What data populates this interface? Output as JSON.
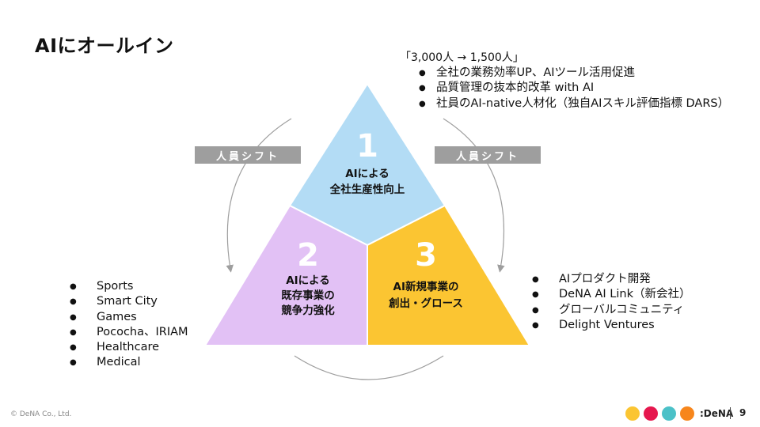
{
  "title": "AIにオールイン",
  "top_note": {
    "lead": "「3,000人 → 1,500人」",
    "items": [
      "全社の業務効率UP、AIツール活用促進",
      "品質管理の抜本的改革 with AI",
      "社員のAI-native人材化（独自AIスキル評価指標 DARS）"
    ]
  },
  "shift_labels": {
    "left": "人員シフト",
    "right": "人員シフト"
  },
  "segments": [
    {
      "number": "1",
      "line1": "AIによる",
      "line2": "全社生産性向上",
      "line3": "",
      "color": "#b3dcf5"
    },
    {
      "number": "2",
      "line1": "AIによる",
      "line2": "既存事業の",
      "line3": "競争力強化",
      "color": "#e2c1f5"
    },
    {
      "number": "3",
      "line1": "AI新規事業の",
      "line2": "創出・グロース",
      "line3": "",
      "color": "#fbc532"
    }
  ],
  "left_list": [
    "Sports",
    "Smart City",
    "Games",
    "Pococha、IRIAM",
    "Healthcare",
    "Medical"
  ],
  "right_list": [
    "AIプロダクト開発",
    "DeNA AI Link（新会社）",
    "グローバルコミュニティ",
    "Delight Ventures"
  ],
  "footer": {
    "copyright": "© DeNA Co., Ltd.",
    "brand": ":DeNA",
    "page": "9",
    "dot_colors": [
      "#fbc532",
      "#e6174e",
      "#4bc1c8",
      "#f7861c"
    ]
  }
}
